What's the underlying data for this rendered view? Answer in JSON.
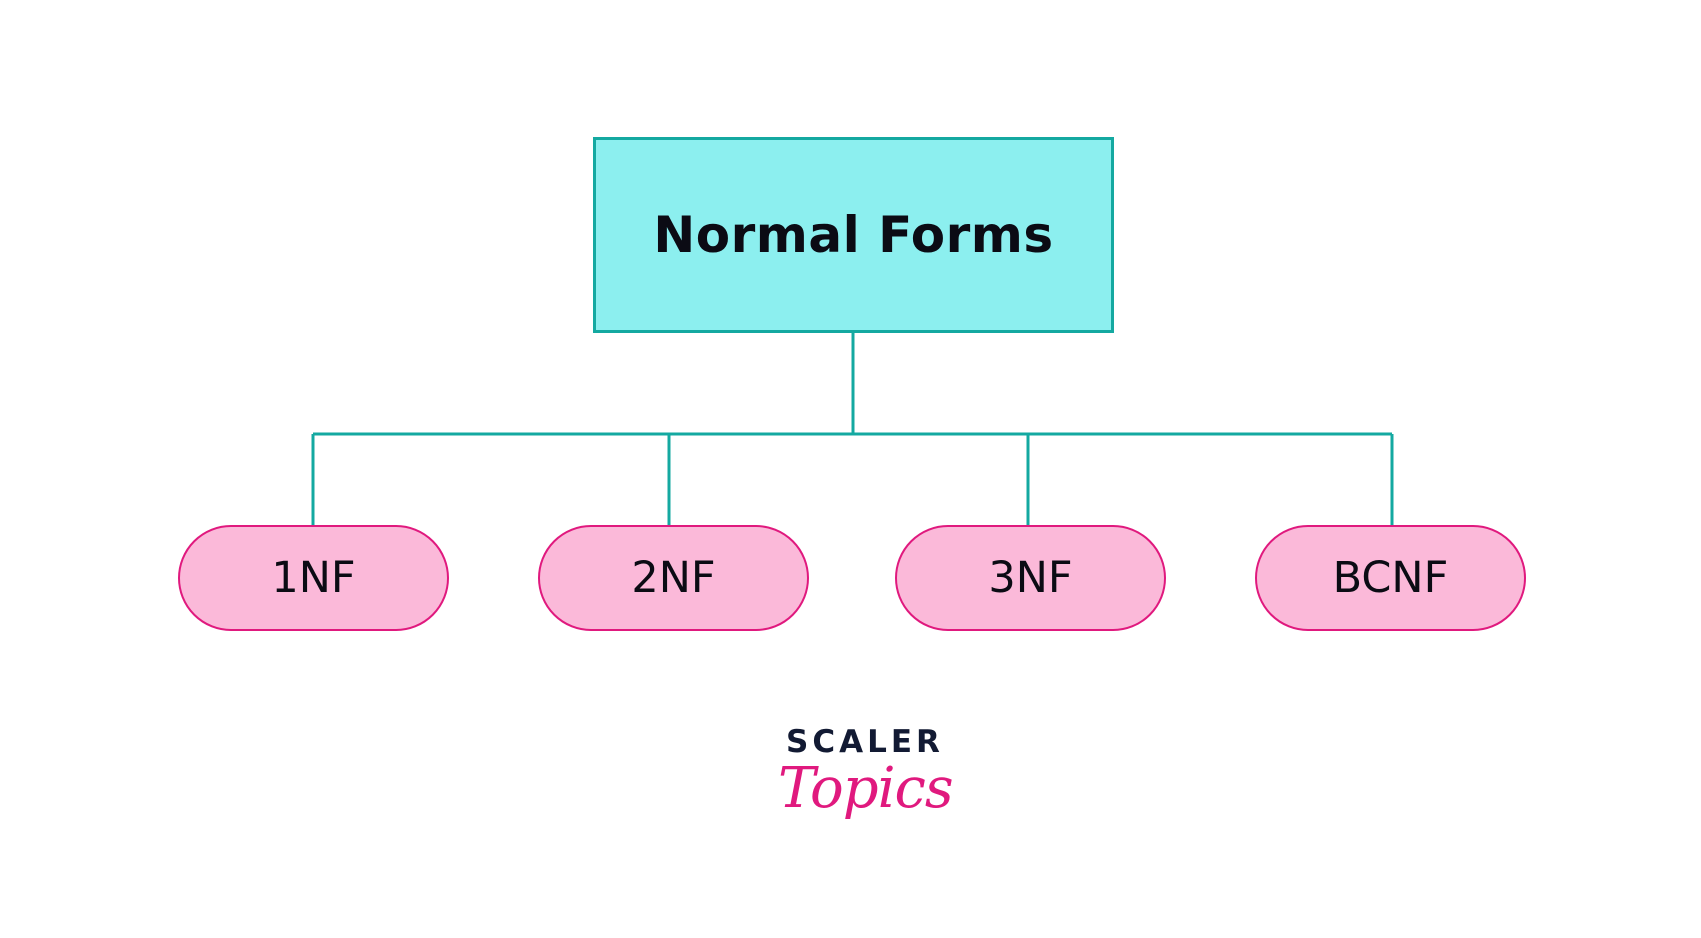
{
  "diagram": {
    "root": {
      "label": "Normal Forms"
    },
    "children": [
      {
        "label": "1NF"
      },
      {
        "label": "2NF"
      },
      {
        "label": "3NF"
      },
      {
        "label": "BCNF"
      }
    ]
  },
  "logo": {
    "line1": "SCALER",
    "line2": "Topics"
  },
  "colors": {
    "root_fill": "#8cefef",
    "root_border": "#14a9a1",
    "connector": "#14a9a1",
    "pill_fill": "#fbb9d9",
    "pill_border": "#e0197e",
    "text": "#0b0b14",
    "logo_dark": "#121a33",
    "logo_accent": "#e0197e"
  }
}
